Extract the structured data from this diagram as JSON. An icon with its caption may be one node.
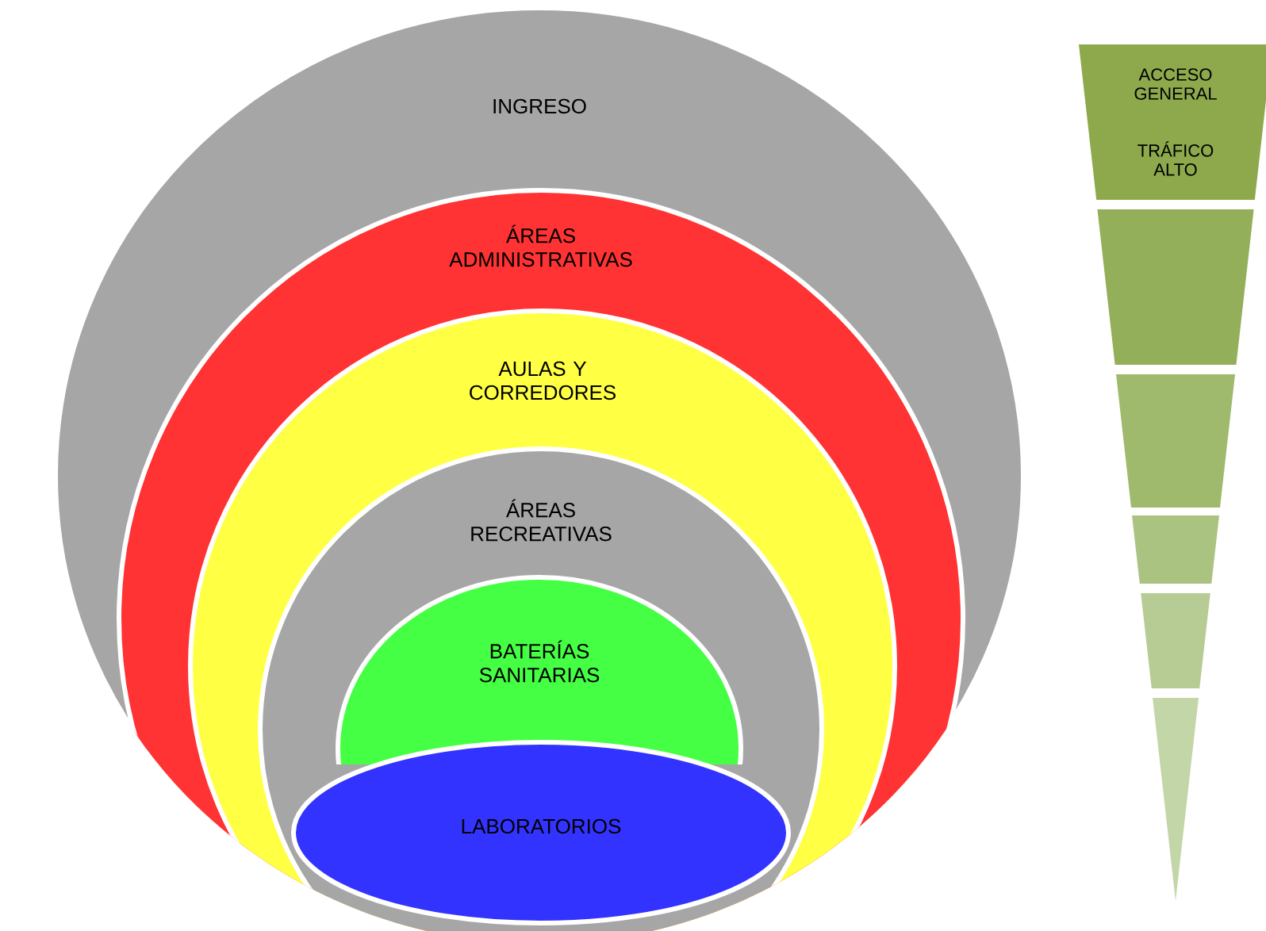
{
  "diagram": {
    "nodes": [
      {
        "text": [
          "INGRESO"
        ]
      },
      {
        "text": [
          "ÁREAS ADMINISTRATIVAS"
        ],
        "in": 0
      },
      {
        "text": [
          "AULAS Y CORREDORES"
        ],
        "in": 1
      },
      {
        "text": [
          "ÁREAS RECREATIVAS"
        ],
        "in": 2
      },
      {
        "text": [
          "BATERÍAS SANITARIAS"
        ],
        "in": 3
      },
      {
        "text": [
          "LABORATORIOS"
        ],
        "in": 3
      },
      {
        "text": [
          "ACCESO GENERAL",
          "TRÁFICO ALTO"
        ]
      },
      {
        "text": [],
        "shape": "trapezoid"
      },
      {
        "text": [],
        "shape": "trapezoid"
      },
      {
        "text": [],
        "shape": "trapezoid"
      },
      {
        "text": [],
        "shape": "trapezoid"
      },
      {
        "text": [],
        "shape": "triangle"
      }
    ]
  }
}
